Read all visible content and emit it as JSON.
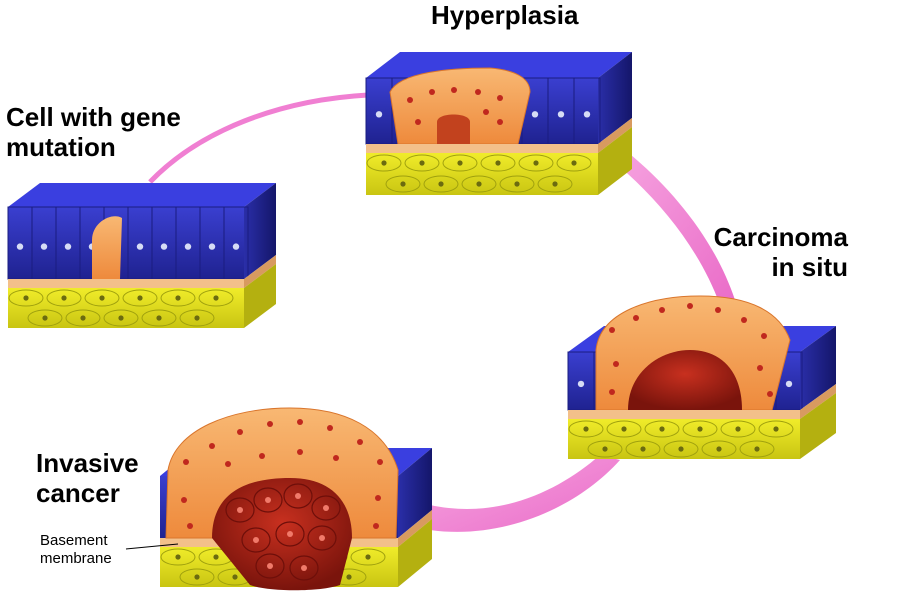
{
  "labels": {
    "stage1": [
      "Cell with gene",
      "mutation"
    ],
    "stage2": [
      "Hyperplasia"
    ],
    "stage3": [
      "Carcinoma",
      "in situ"
    ],
    "stage4": [
      "Invasive",
      "cancer"
    ],
    "annotation": [
      "Basement",
      "membrane"
    ]
  },
  "colors": {
    "epithelium": "#2b2fb0",
    "epithelium_dark": "#1a1c80",
    "nucleus_normal": "#d6dcf5",
    "membrane": "#f3c08a",
    "stroma": "#e6e21a",
    "stroma_dark": "#9fa00e",
    "stroma_nucleus": "#6b6b10",
    "tumor": "#f4a25a",
    "tumor_dark": "#e07a2a",
    "tumor_nucleus": "#c0281e",
    "invasive": "#a81e14",
    "invasive_dark": "#6e0f0a",
    "arrow": "#f07fd2"
  },
  "icons": [
    "epithelium-block",
    "cell-cluster",
    "progression-arrow"
  ]
}
